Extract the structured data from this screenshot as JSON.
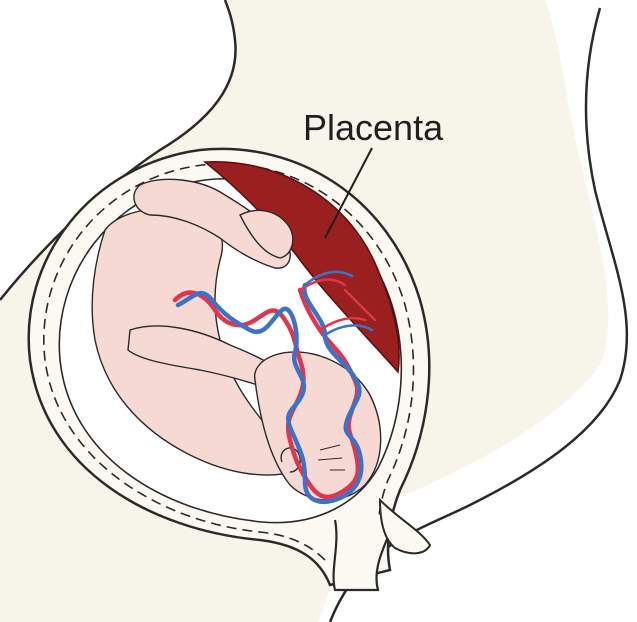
{
  "labels": {
    "placenta": "Placenta"
  },
  "colors": {
    "background": "#ffffff",
    "body_fill": "#f7f4ea",
    "uterus_fill": "#fbf9f2",
    "amniotic_fill": "#ffffff",
    "fetus_skin": "#f6d9d2",
    "placenta": "#9a1f1f",
    "artery": "#e0364b",
    "vein": "#3b73c9",
    "outline": "#2a2a2a"
  },
  "icons": {
    "placenta": "placenta-shape",
    "umbilical_cord": "twisted-cord"
  }
}
